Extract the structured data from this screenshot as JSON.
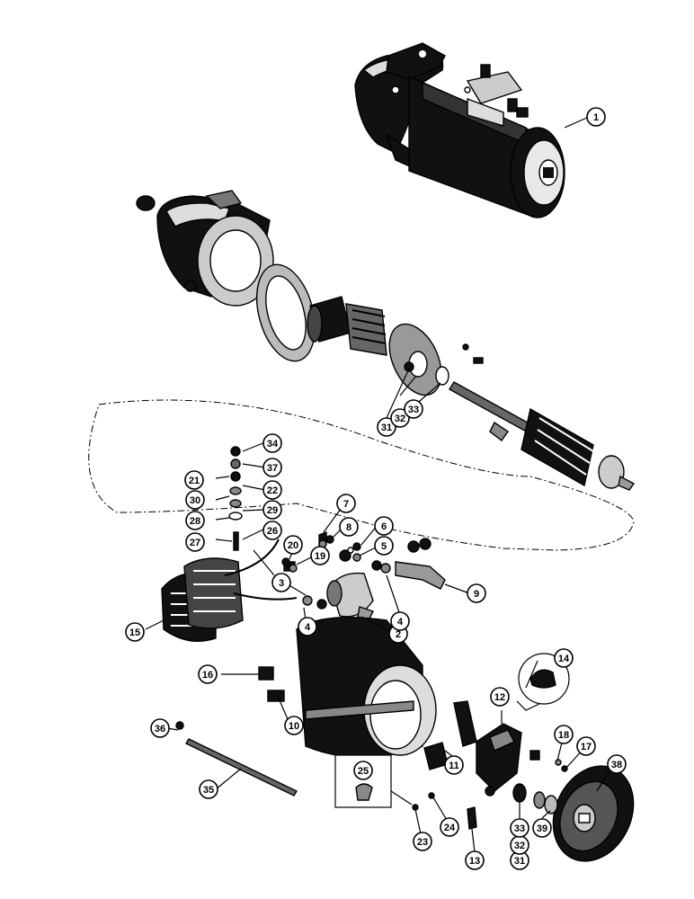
{
  "diagram": {
    "title": "",
    "callouts": [
      {
        "id": "c1",
        "label": "1"
      },
      {
        "id": "c2",
        "label": "2"
      },
      {
        "id": "c3",
        "label": "3"
      },
      {
        "id": "c4a",
        "label": "4"
      },
      {
        "id": "c4b",
        "label": "4"
      },
      {
        "id": "c5",
        "label": "5"
      },
      {
        "id": "c6",
        "label": "6"
      },
      {
        "id": "c7",
        "label": "7"
      },
      {
        "id": "c8",
        "label": "8"
      },
      {
        "id": "c9",
        "label": "9"
      },
      {
        "id": "c10",
        "label": "10"
      },
      {
        "id": "c11",
        "label": "11"
      },
      {
        "id": "c12",
        "label": "12"
      },
      {
        "id": "c13",
        "label": "13"
      },
      {
        "id": "c14",
        "label": "14"
      },
      {
        "id": "c15",
        "label": "15"
      },
      {
        "id": "c16",
        "label": "16"
      },
      {
        "id": "c17",
        "label": "17"
      },
      {
        "id": "c18",
        "label": "18"
      },
      {
        "id": "c19",
        "label": "19"
      },
      {
        "id": "c20",
        "label": "20"
      },
      {
        "id": "c21",
        "label": "21"
      },
      {
        "id": "c22",
        "label": "22"
      },
      {
        "id": "c23",
        "label": "23"
      },
      {
        "id": "c24",
        "label": "24"
      },
      {
        "id": "c25",
        "label": "25"
      },
      {
        "id": "c26",
        "label": "26"
      },
      {
        "id": "c27",
        "label": "27"
      },
      {
        "id": "c28",
        "label": "28"
      },
      {
        "id": "c29",
        "label": "29"
      },
      {
        "id": "c30",
        "label": "30"
      },
      {
        "id": "c31a",
        "label": "31"
      },
      {
        "id": "c32a",
        "label": "32"
      },
      {
        "id": "c33a",
        "label": "33"
      },
      {
        "id": "c31b",
        "label": "31"
      },
      {
        "id": "c32b",
        "label": "32"
      },
      {
        "id": "c33b",
        "label": "33"
      },
      {
        "id": "c34",
        "label": "34"
      },
      {
        "id": "c35",
        "label": "35"
      },
      {
        "id": "c36",
        "label": "36"
      },
      {
        "id": "c37",
        "label": "37"
      },
      {
        "id": "c38",
        "label": "38"
      },
      {
        "id": "c39",
        "label": "39"
      }
    ]
  }
}
